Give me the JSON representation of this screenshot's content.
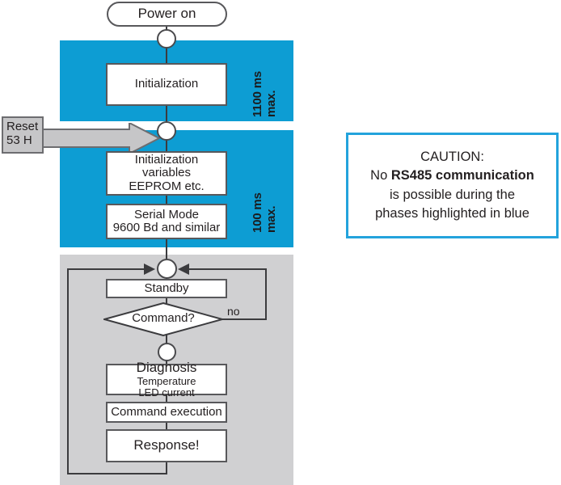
{
  "diagram": {
    "title_node": {
      "label": "Power on"
    },
    "phase_blue_1": {
      "timing_line1": "1100 ms",
      "timing_line2": "max.",
      "nodes": [
        {
          "name": "initialization",
          "line1": "Initialization"
        }
      ]
    },
    "reset_input": {
      "line1": "Reset",
      "line2": "53 H"
    },
    "phase_blue_2": {
      "timing_line1": "100 ms",
      "timing_line2": "max.",
      "nodes": [
        {
          "name": "initialization-variables",
          "line1": "Initialization",
          "line2": "variables",
          "line3": "EEPROM etc."
        },
        {
          "name": "serial-mode",
          "line1": "Serial Mode",
          "line2": "9600 Bd and similar"
        }
      ]
    },
    "phase_loop": {
      "standby": {
        "label": "Standby"
      },
      "decision": {
        "label": "Command?",
        "branch_no": "no"
      },
      "diagnosis": {
        "line1": "Diagnosis",
        "line2": "Temperature",
        "line3": "LED current"
      },
      "command_execution": {
        "label": "Command execution"
      },
      "response": {
        "label": "Response!"
      }
    }
  },
  "caution": {
    "heading": "CAUTION:",
    "line2_prefix": "No ",
    "line2_bold": "RS485 communication",
    "line3": "is possible during the",
    "line4": "phases highlighted in blue"
  },
  "colors": {
    "blue_band": "#0d9dd3",
    "gray_band": "#d0d0d2",
    "caution_border": "#23a3dc",
    "node_border": "#58585b",
    "reset_fill": "#c6c6c8"
  }
}
